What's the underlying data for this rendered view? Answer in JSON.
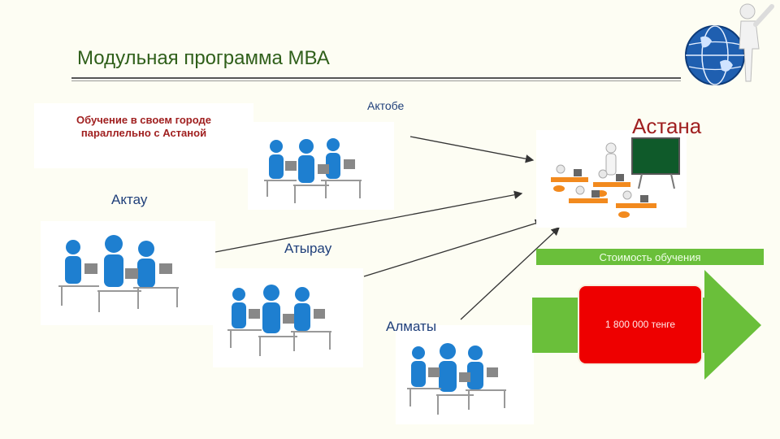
{
  "slide": {
    "title": "Модульная программа МВА"
  },
  "note": {
    "line1": "Обучение в своем городе",
    "line2": "параллельно с Астаной"
  },
  "cities": {
    "aktobe": "Актобе",
    "astana": "Астана",
    "aktau": "Актау",
    "atyrau": "Атырау",
    "almaty": "Алматы"
  },
  "cost": {
    "header": "Стоимость обучения",
    "value": "1 800 000 тенге"
  },
  "colors": {
    "title": "#2f5f1a",
    "accent_red": "#ee0000",
    "accent_green": "#6abf3a",
    "figure_blue": "#1e7fd0",
    "desk_orange": "#f28a1e"
  },
  "icons": {
    "logo": "globe-with-figure-icon",
    "students": "students-at-computers-icon",
    "classroom": "classroom-teacher-icon"
  }
}
